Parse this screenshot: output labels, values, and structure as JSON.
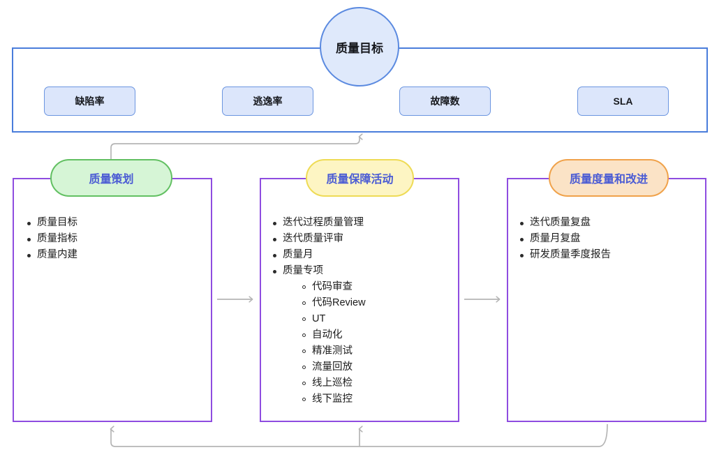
{
  "diagram": {
    "title_circle": "质量目标",
    "top_panel": {
      "metrics": [
        {
          "label": "缺陷率"
        },
        {
          "label": "逃逸率"
        },
        {
          "label": "故障数"
        },
        {
          "label": "SLA"
        }
      ]
    },
    "columns": [
      {
        "header": "质量策划",
        "items": [
          {
            "text": "质量目标",
            "level": 1
          },
          {
            "text": "质量指标",
            "level": 1
          },
          {
            "text": "质量内建",
            "level": 1
          }
        ]
      },
      {
        "header": "质量保障活动",
        "items": [
          {
            "text": "迭代过程质量管理",
            "level": 1
          },
          {
            "text": "迭代质量评审",
            "level": 1
          },
          {
            "text": "质量月",
            "level": 1
          },
          {
            "text": "质量专项",
            "level": 1
          },
          {
            "text": "代码审查",
            "level": 2
          },
          {
            "text": "代码Review",
            "level": 2
          },
          {
            "text": "UT",
            "level": 2
          },
          {
            "text": "自动化",
            "level": 2
          },
          {
            "text": "精准测试",
            "level": 2
          },
          {
            "text": "流量回放",
            "level": 2
          },
          {
            "text": "线上巡检",
            "level": 2
          },
          {
            "text": "线下监控",
            "level": 2
          }
        ]
      },
      {
        "header": "质量度量和改进",
        "items": [
          {
            "text": "迭代质量复盘",
            "level": 1
          },
          {
            "text": "质量月复盘",
            "level": 1
          },
          {
            "text": "研发质量季度报告",
            "level": 1
          }
        ]
      }
    ],
    "colors": {
      "goal_panel_border": "#4a7ddb",
      "metric_fill": "#dce6fb",
      "metric_border": "#6b95e0",
      "circle_fill": "#dfe9fb",
      "circle_border": "#5b8ae0",
      "column_border": "#8e4ce0",
      "pill_planning_fill": "#d6f5d6",
      "pill_planning_border": "#62c062",
      "pill_assurance_fill": "#fdf5c3",
      "pill_assurance_border": "#eedb55",
      "pill_measure_fill": "#fbe3c6",
      "pill_measure_border": "#f0a24a",
      "pill_text": "#4a5bd4",
      "connector": "#b5b5b5"
    }
  }
}
